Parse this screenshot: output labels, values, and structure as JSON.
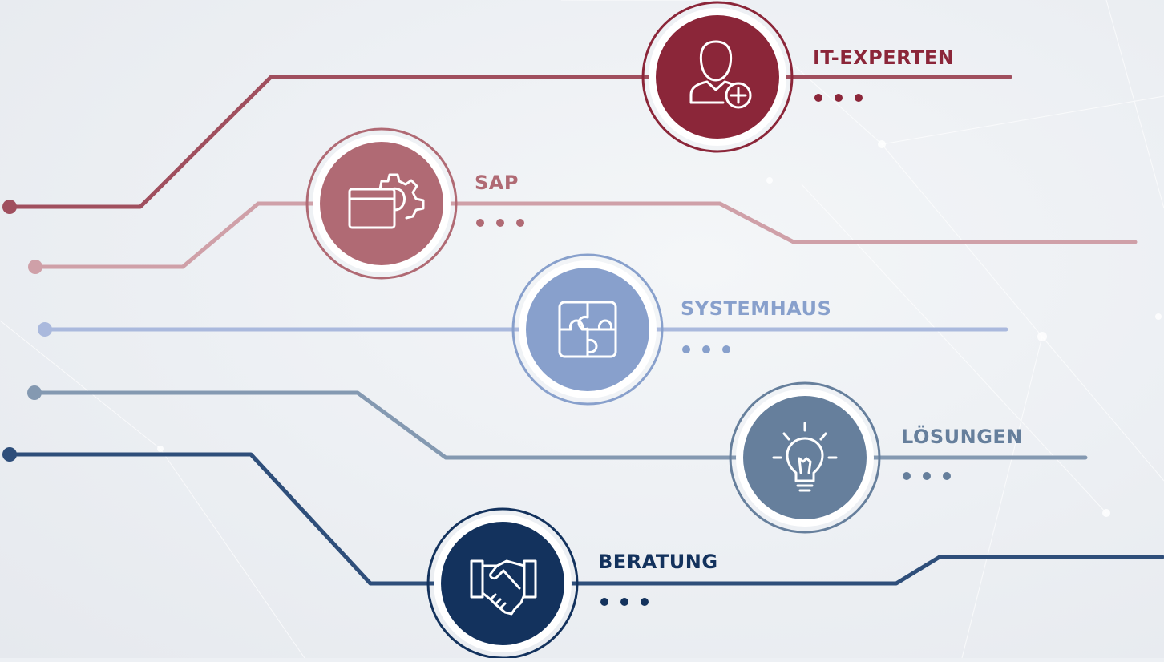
{
  "nodes": [
    {
      "id": "it-experten",
      "label": "IT-EXPERTEN",
      "icon": "user-plus-icon",
      "color": "#8b2639",
      "more": "…"
    },
    {
      "id": "sap",
      "label": "SAP",
      "icon": "browser-gear-icon",
      "color": "#b06a74",
      "more": "…"
    },
    {
      "id": "systemhaus",
      "label": "SYSTEMHAUS",
      "icon": "puzzle-icon",
      "color": "#88a0cc",
      "more": "…"
    },
    {
      "id": "loesungen",
      "label": "LÖSUNGEN",
      "icon": "lightbulb-icon",
      "color": "#667f9c",
      "more": "…"
    },
    {
      "id": "beratung",
      "label": "BERATUNG",
      "icon": "handshake-icon",
      "color": "#13325d",
      "more": "…"
    }
  ],
  "line_colors": [
    "#a04f5e",
    "#cfa0a8",
    "#aab9dd",
    "#8499b1",
    "#2e4e7a"
  ]
}
